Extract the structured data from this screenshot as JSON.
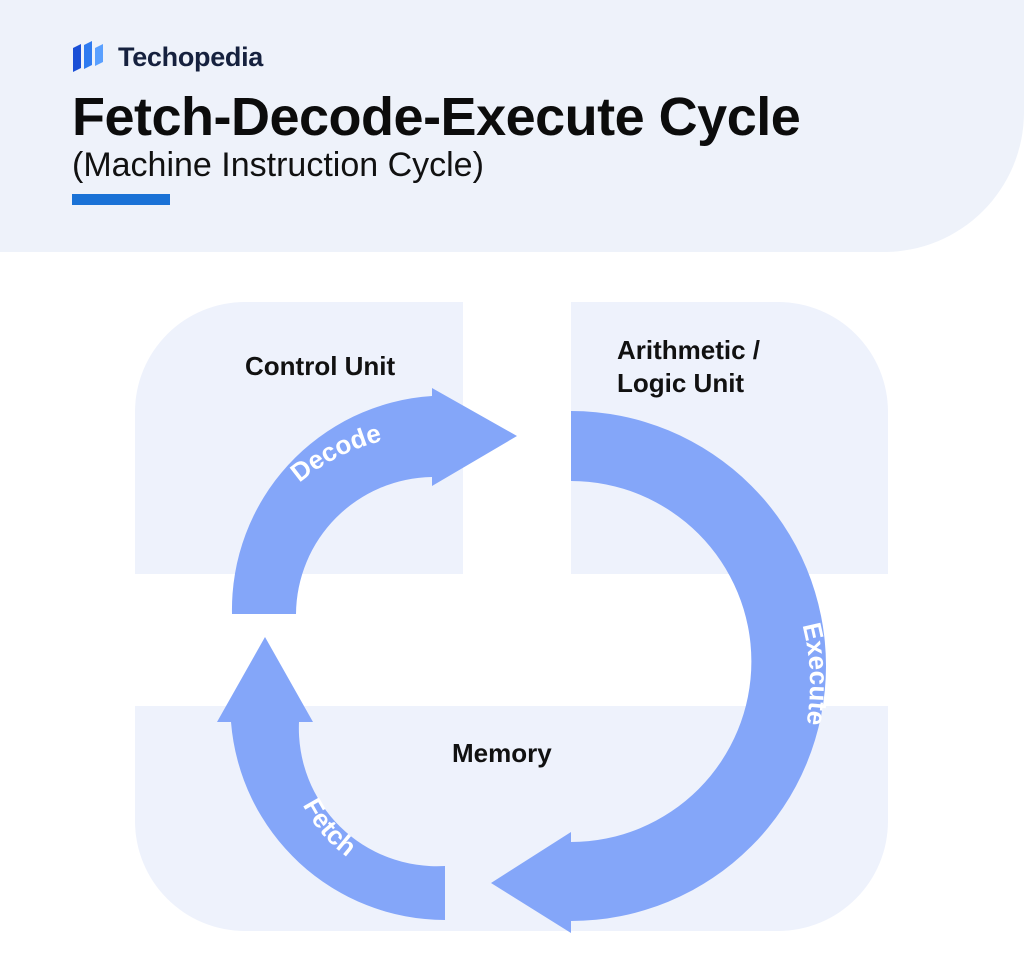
{
  "brand": {
    "name": "Techopedia",
    "logo_icon": "techopedia-logo-icon"
  },
  "title": "Fetch-Decode-Execute Cycle",
  "subtitle": "(Machine Instruction Cycle)",
  "colors": {
    "header_background": "#eef2fa",
    "zone_background": "#eef2fc",
    "arrow": "#84a6f9",
    "accent": "#1a72d6",
    "text": "#111111"
  },
  "zones": {
    "control_unit": "Control Unit",
    "alu": "Arithmetic /\nLogic Unit",
    "memory": "Memory"
  },
  "arrows": {
    "decode": "Decode",
    "execute": "Execute",
    "fetch": "Fetch"
  }
}
